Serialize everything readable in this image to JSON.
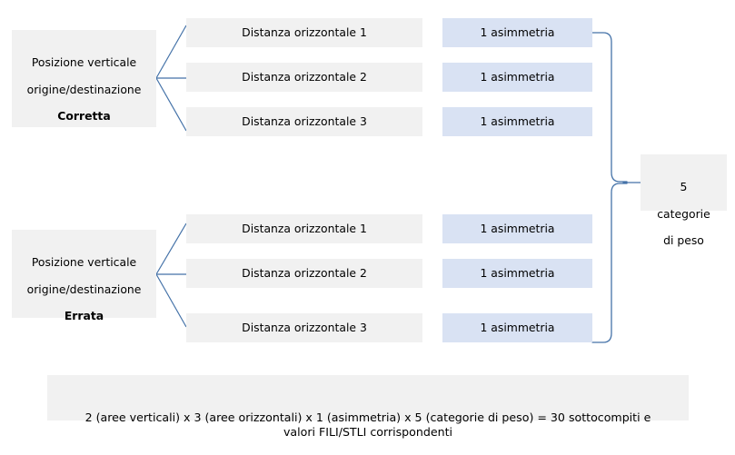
{
  "diagram": {
    "type": "tree-diagram",
    "vertical_groups": [
      {
        "id": "corretta",
        "line1": "Posizione verticale",
        "line2": "origine/destinazione",
        "emphasis": "Corretta"
      },
      {
        "id": "errata",
        "line1": "Posizione verticale",
        "line2": "origine/destinazione",
        "emphasis": "Errata"
      }
    ],
    "horizontal_nodes": [
      {
        "label": "Distanza orizzontale 1"
      },
      {
        "label": "Distanza orizzontale 2"
      },
      {
        "label": "Distanza orizzontale 3"
      },
      {
        "label": "Distanza orizzontale 1"
      },
      {
        "label": "Distanza orizzontale 2"
      },
      {
        "label": "Distanza orizzontale 3"
      }
    ],
    "asymmetry_nodes": [
      {
        "label": "1 asimmetria"
      },
      {
        "label": "1 asimmetria"
      },
      {
        "label": "1 asimmetria"
      },
      {
        "label": "1 asimmetria"
      },
      {
        "label": "1 asimmetria"
      },
      {
        "label": "1 asimmetria"
      }
    ],
    "weight_node": {
      "line1": "5",
      "line2": "categorie",
      "line3": "di peso"
    },
    "caption": {
      "line1": "2 (aree verticali) x 3 (aree orizzontali) x 1 (asimmetria) x 5 (categorie di peso) = 30 sottocompiti e",
      "line2": "valori FILI/STLI corrispondenti"
    },
    "colors": {
      "gray_fill": "#f1f1f1",
      "blue_fill": "#d9e2f3",
      "connector": "#4472a8",
      "text": "#000000",
      "background": "#ffffff"
    }
  }
}
